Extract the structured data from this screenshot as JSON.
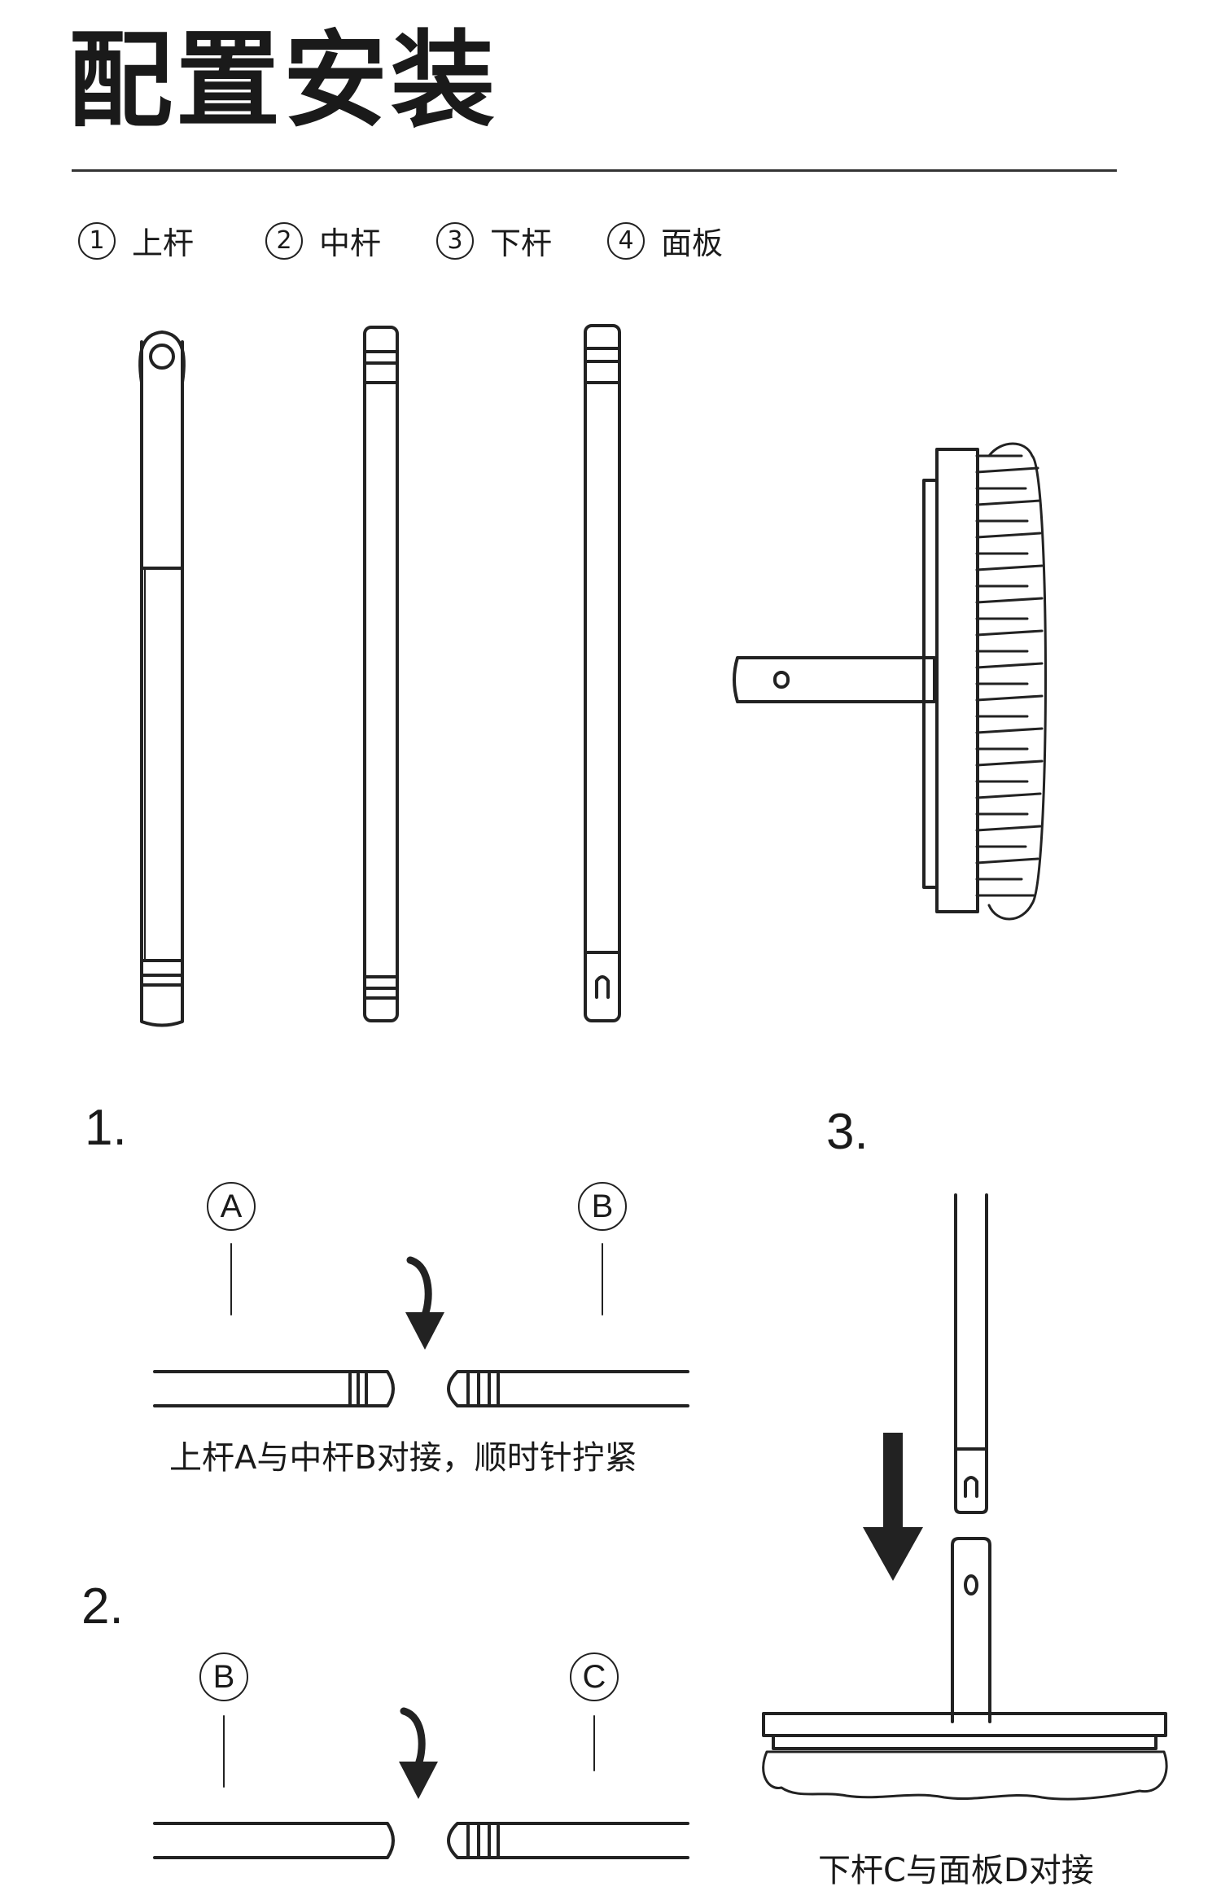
{
  "header": {
    "title": "配置安装"
  },
  "parts": [
    {
      "num": "1",
      "label": "上杆"
    },
    {
      "num": "2",
      "label": "中杆"
    },
    {
      "num": "3",
      "label": "下杆"
    },
    {
      "num": "4",
      "label": "面板"
    }
  ],
  "steps": [
    {
      "num": "1.",
      "labels": [
        "A",
        "B"
      ],
      "caption": "上杆A与中杆B对接，顺时针拧紧"
    },
    {
      "num": "2.",
      "labels": [
        "B",
        "C"
      ]
    },
    {
      "num": "3.",
      "caption": "下杆C与面板D对接"
    }
  ]
}
